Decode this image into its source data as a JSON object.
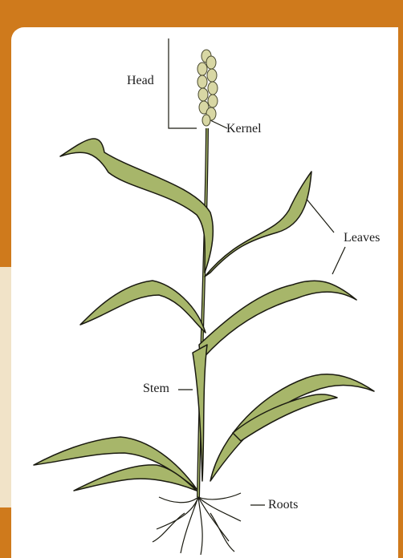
{
  "labels": {
    "head": "Head",
    "kernel": "Kernel",
    "leaves": "Leaves",
    "stem": "Stem",
    "roots": "Roots"
  },
  "colors": {
    "border": "#cf7a1c",
    "leaf": "#a7b66a",
    "outline": "#1a1a10",
    "head": "#d8d7a4"
  }
}
